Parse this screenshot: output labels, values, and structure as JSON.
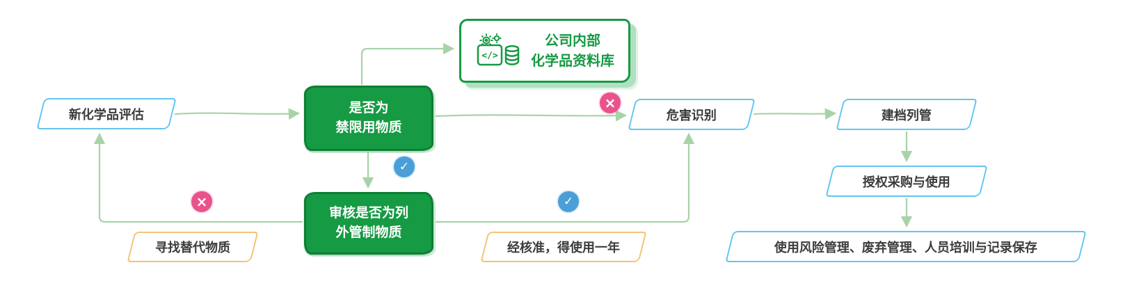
{
  "nodes": {
    "new_chemical_eval": {
      "label": "新化学品评估"
    },
    "is_prohibited": {
      "line1": "是否为",
      "line2": "禁限用物质"
    },
    "internal_db": {
      "line1": "公司内部",
      "line2": "化学品资料库"
    },
    "hazard_id": {
      "label": "危害识别"
    },
    "filing": {
      "label": "建档列管"
    },
    "authorized_use": {
      "label": "授权采购与使用"
    },
    "risk_mgmt": {
      "label": "使用风险管理、废弃管理、人员培训与记录保存"
    },
    "review_exception": {
      "line1": "审核是否为列",
      "line2": "外管制物质"
    },
    "find_alternative": {
      "label": "寻找替代物质"
    },
    "approved_one_year": {
      "label": "经核准，得使用一年"
    }
  },
  "badges": {
    "no_glyph": "×",
    "yes_glyph": "✓"
  },
  "edges": [
    "新化学品评估 → 是否为禁限用物质",
    "是否为禁限用物质 → 公司内部化学品资料库",
    "是否为禁限用物质 –否→ 危害识别",
    "是否为禁限用物质 –是→ 审核是否为列外管制物质",
    "审核是否为列外管制物质 –是(经核准，得使用一年)→ 危害识别",
    "审核是否为列外管制物质 –否(寻找替代物质)→ 新化学品评估",
    "危害识别 → 建档列管",
    "建档列管 → 授权采购与使用",
    "授权采购与使用 → 使用风险管理、废弃管理、人员培训与记录保存"
  ],
  "colors": {
    "green_fill": "#169a43",
    "green_border": "#0f7e35",
    "blue_border": "#63c5ef",
    "yellow_border": "#f3c272",
    "arrow": "#a8d3a8",
    "no_badge": "#e9538c",
    "yes_badge": "#4b9fd8",
    "text_dark": "#3c3c3c"
  }
}
